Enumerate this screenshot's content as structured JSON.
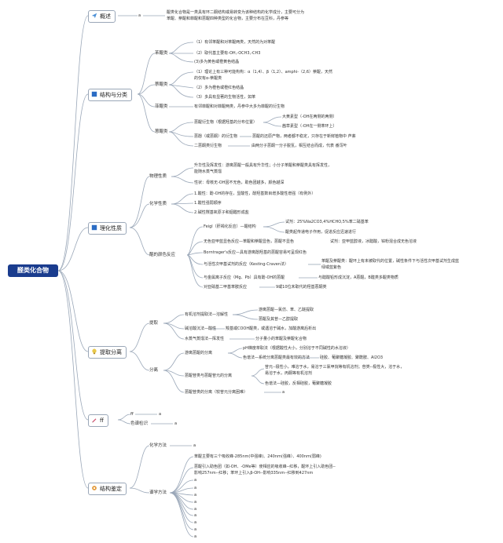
{
  "root": "醛类化合物",
  "sections": {
    "gaishu": {
      "label": "概述",
      "icon": "send-icon",
      "color": "#4a8fd6"
    },
    "jiegou": {
      "label": "结构与分类",
      "icon": "square-icon",
      "color": "#2b6cc4"
    },
    "lihua": {
      "label": "理化性质",
      "icon": "square-icon",
      "color": "#2b6cc4"
    },
    "tiqu": {
      "label": "提取分离",
      "icon": "bulb-icon",
      "color": "#e8c84a"
    },
    "ff": {
      "label": "ff",
      "icon": "pencil-icon",
      "color": "#d04c6b"
    },
    "jianding": {
      "label": "结构鉴定",
      "icon": "gear-icon",
      "color": "#e39a3b"
    }
  },
  "gaishu": {
    "a": "a",
    "desc1": "醌类化合物是一类具有环二酮结构或易转变为该种结构的化学成分，主要可分为",
    "desc2": "苯醌、萘醌和菲醌和蒽醌四种类型的化合物，主要分布在豆科，丹参等"
  },
  "jiegou": {
    "benkun": "苯醌类",
    "benkun_1": "（1）有邻苯醌和对苯醌两类，天然的为对苯醌",
    "benkun_2": "（2）取代基主要有-OH,-OCH3,-CH3",
    "benkun_3": "(3)多为黄色或橙黄色结晶",
    "naikun": "萘醌类",
    "naikun_1a": "（1）理论上有三种可能构构：α（1,4）、β（1,2）、amphi-（2,6）萘醌，天然",
    "naikun_1b": "的仅有α-萘醌类",
    "naikun_2": "（2）多为橙色或橙红色结晶",
    "naikun_3": "（3）多具有显著的生物活性，如苯",
    "feikun": "菲醌类",
    "feikun_1": "有邻菲醌和对菲醌两类，丹参中大多为菲醌的衍生物",
    "enkun": "蒽醌类",
    "enkun_deriv": "蒽醌衍生物（根据羟基的分布位置）",
    "enkun_d1": "大黄素型（-OH在两侧的两侧）",
    "enkun_d2": "茜草素型（-OH在一侧苯环上）",
    "enkun_reduce": "蒽酚（或蒽酮）的衍生物",
    "enkun_reduce_d": "蒽醌的还原产物，两者都不稳定，只存在于新鲜植物中 芦荟",
    "enkun_dimer": "二蒽酮类衍生物",
    "enkun_dimer_d": "由两分子蒽酮一分子脱氢，相互结合而成，代表 番泻叶"
  },
  "lihua": {
    "wuli": "物理性质",
    "wuli_1a": "升华性及挥发性：游离蒽醌一般具有升华性；小分子苯醌和萘醌类具有挥发性，",
    "wuli_1b": "能随水蒸气蒸馏",
    "wuli_2": "性状：母核无-OH因不无色，助色团越多，颜色越深",
    "huaxue": "化学性质",
    "huaxue_1": "1.酸性：酚-OH的存在，显酸性，酚羟基数目增多酸性增强（有例外）",
    "huaxue_2": "1.酸性强弱顺序",
    "huaxue_3": "2.碱性羰基氧原子和烟醛形成盐",
    "xianse": "醌的颜色反应",
    "feigl": "Feigl（肝褐化反应）—醌结构",
    "feigl_d1": "试剂：25%Na2CO3,4%HCHO,5%苯二硝基苯",
    "feigl_d2": "醌类起传递电子作用，促进反应迅速进行",
    "wuse": "无色亚甲蓝显色反应—苯醌和萘醌显色，蒽醌不显色",
    "wuse_d": "试剂：亚甲蓝醇液，冰醋酸，锌粉混合成无色溶液",
    "born": "Borntrager's反应—具有游离酚羟基的蒽醌容易可呈现红色",
    "kesting": "与活性次甲基试剂的反应（Kesting-Craven法）",
    "kesting_d1": "苯醌及萘醌类：醌环上有未被取代的位置，碱性条件下与活性次甲基试剂生成蓝",
    "kesting_d2": "绿或蓝紫色",
    "jinshu": "与金属离子反应（Mg、Pb）具有酚-OH的蒽醌",
    "jinshu_d": "与醋酸铅形成沉淀，A蒽醌，B醛类多醌类物质",
    "anji": "对亚硝基二甲基苯胺反应",
    "anji_d": "9或10位未取代的羟基蒽酮类"
  },
  "tiqu": {
    "tiqu": "提取",
    "youji": "有机溶剂提取法—溶解性",
    "youji_d1": "游离蒽醌—氯仿、苯、乙醚提取",
    "youji_d2": "蒽醌及其苷—乙醇提取",
    "jianrong": "碱溶酸沉法—酸性",
    "jianrong_d": "羧基或COOH醌类，或遇溶于碱水，加酸游离后析出",
    "shuizheng": "水蒸气蒸馏法—挥发性",
    "shuizheng_d": "分子量小的苯醌及萘醌化合物",
    "fenli": "分离",
    "youli": "游离蒽醌的分离",
    "youli_d1": "pH梯度萃取法（根据酸性大小，分别溶于不同碱性的水溶液）",
    "youli_d2": "色谱法—系统分离蒽醌类最有效的方法",
    "youli_d2b": "硅胶、葡聚糖凝胶、聚酰胺、Al2O3",
    "gan": "蒽醌苷类与蒽醌苷元的分离",
    "gan_d1": "苷元--极性小，难溶于水，易溶于三氯甲烷等有机溶剂；苷类--极性大，溶于水，",
    "gan_d2": "易溶于水，丙酮等有机溶剂",
    "gan_d3": "色谱法—硅胶，反相硅胶，葡聚糖凝胶",
    "gan_fen": "蒽醌苷类的分离（较苷元分离困难）",
    "gan_fen_d": "a"
  },
  "ff": {
    "ff": "ff",
    "ff_a": "a",
    "sepu": "色谱检识",
    "sepu_a": "a"
  },
  "jianding": {
    "huaxue": "化学方法",
    "huaxue_a": "a",
    "guangpu": "谱学方法",
    "uv": "苯醌主要有三个吸收峰-285nm(中强峰)、240nm(强峰）、400nm(弱峰)",
    "ir1": "蒽醌引入助色团（如-OH、-OMe等）使相应的吸收峰--红移，醌环上引入助色团--",
    "ir2": "影响257nm--红移；苯环上引入β-OH--影响335nm--红移到427nm",
    "a_list": [
      "a",
      "a",
      "a",
      "a",
      "a",
      "a",
      "a",
      "a",
      "a"
    ]
  }
}
